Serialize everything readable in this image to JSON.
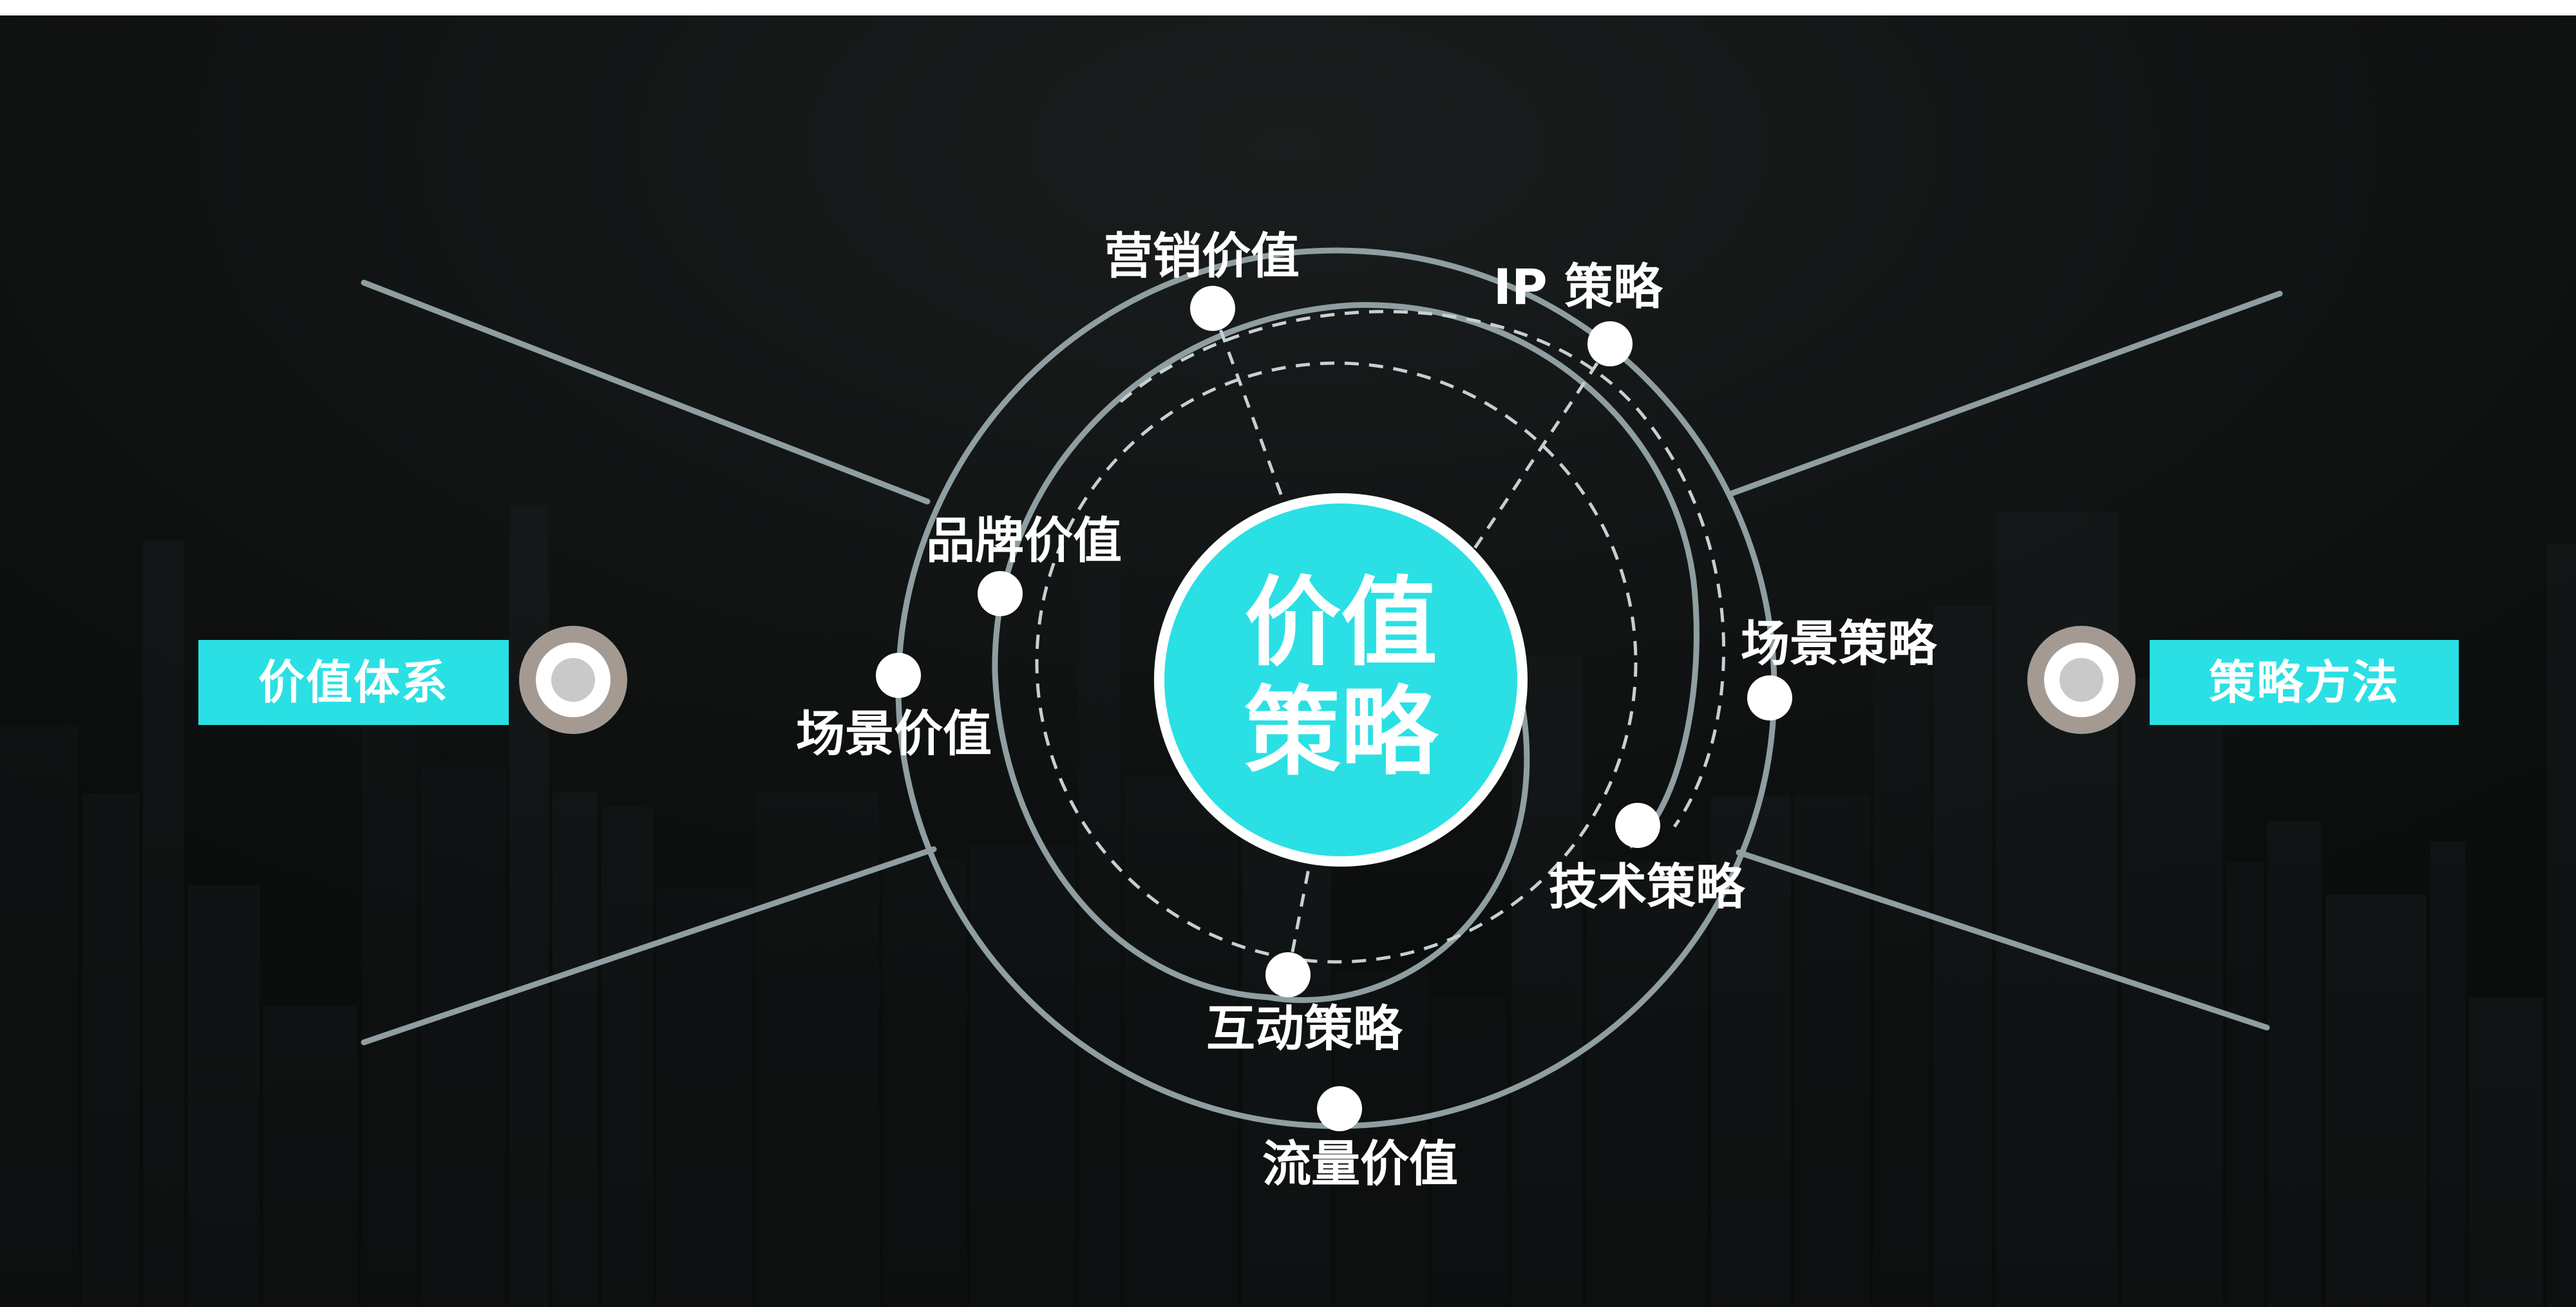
{
  "colors": {
    "accent": "#2ae0e4",
    "background": "#0b0d0d",
    "line": "#8f9ea0",
    "node": "#ffffff"
  },
  "center": {
    "line1": "价值",
    "line2": "策略"
  },
  "left_box": {
    "label": "价值体系"
  },
  "right_box": {
    "label": "策略方法"
  },
  "nodes": [
    {
      "name": "marketing-value",
      "label": "营销价值"
    },
    {
      "name": "ip-strategy",
      "label": "IP 策略"
    },
    {
      "name": "brand-value",
      "label": "品牌价值"
    },
    {
      "name": "scene-value",
      "label": "场景价值"
    },
    {
      "name": "scene-strategy",
      "label": "场景策略"
    },
    {
      "name": "tech-strategy",
      "label": "技术策略"
    },
    {
      "name": "interaction-strategy",
      "label": "互动策略"
    },
    {
      "name": "traffic-value",
      "label": "流量价值"
    }
  ]
}
